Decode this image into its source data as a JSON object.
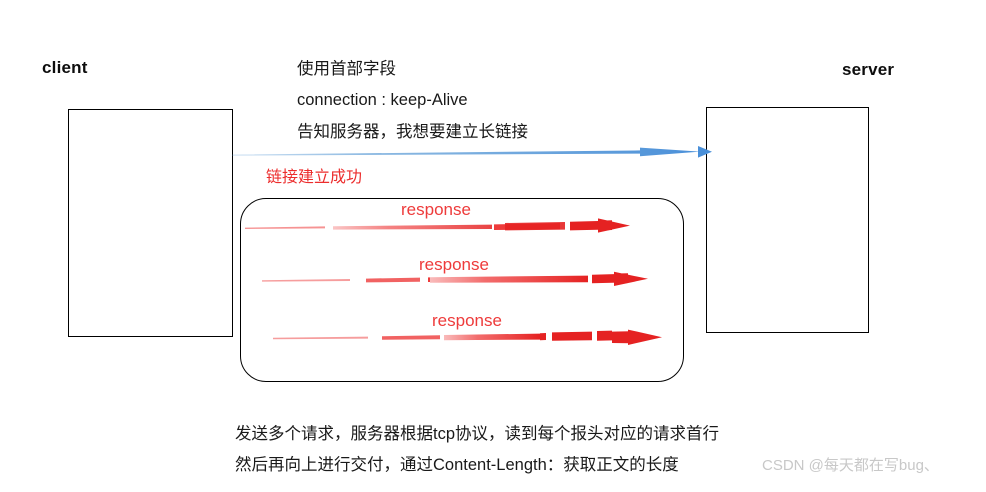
{
  "diagram": {
    "title_endpoints": {
      "client": "client",
      "server": "server"
    },
    "header_note": {
      "line1": "使用首部字段",
      "line2": "connection : keep-Alive",
      "line3": "告知服务器，我想要建立长链接"
    },
    "connection_arrow": {
      "label": "链接建立成功",
      "color": "#5b9bd5",
      "direction": "client-to-server"
    },
    "responses": [
      {
        "label": "response",
        "color": "#ee3b3b"
      },
      {
        "label": "response",
        "color": "#ee3b3b"
      },
      {
        "label": "response",
        "color": "#ee3b3b"
      }
    ],
    "footer_note": {
      "line1": "发送多个请求，服务器根据tcp协议，读到每个报头对应的请求首行",
      "line2": "然后再向上进行交付，通过Content-Length：获取正文的长度"
    },
    "watermark": "CSDN @每天都在写bug、",
    "colors": {
      "stroke": "#000000",
      "red": "#ee3b3b",
      "red_dark": "#ec2d2d",
      "blue": "#5b9bd5",
      "text": "#191919",
      "watermark": "#c8c8c8"
    }
  }
}
